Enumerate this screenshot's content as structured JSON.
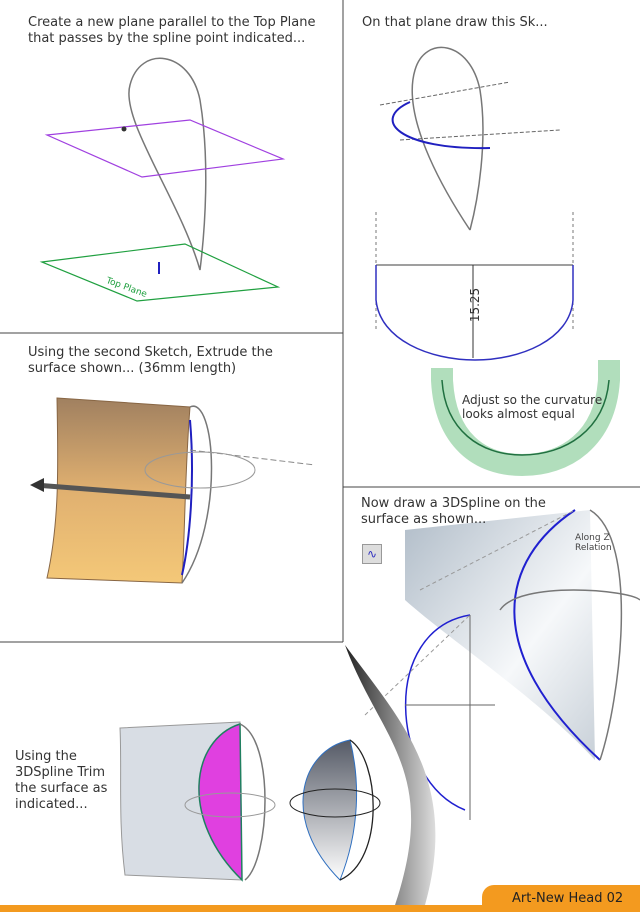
{
  "steps": {
    "step1": {
      "text_line1": "Create a new plane parallel to the Top Plane",
      "text_line2": "that passes by the spline point indicated...",
      "plane_label": "Top Plane"
    },
    "step2": {
      "text": "On that plane draw this Sk...",
      "dimension": "15.25",
      "note_line1": "Adjust so the curvature",
      "note_line2": "looks almost equal"
    },
    "step3": {
      "text_line1": "Using the second Sketch, Extrude the",
      "text_line2": "surface shown... (36mm length)"
    },
    "step4": {
      "text_line1": "Now draw a 3DSpline on the",
      "text_line2": "surface as shown...",
      "relation_line1": "Along Z",
      "relation_line2": "Relation",
      "tool_icon": "3d-spline-icon"
    },
    "step5": {
      "text_line1": "Using the",
      "text_line2": "3DSpline Trim",
      "text_line3": "the surface as",
      "text_line4": "indicated..."
    }
  },
  "footer": {
    "label": "Art-New Head 02"
  },
  "colors": {
    "accent": "#f39a1f",
    "plane": "#a040e0",
    "top_plane": "#20a040",
    "sketch": "#2020c0",
    "trim": "#e040e0",
    "extrude": "#e8b860"
  }
}
